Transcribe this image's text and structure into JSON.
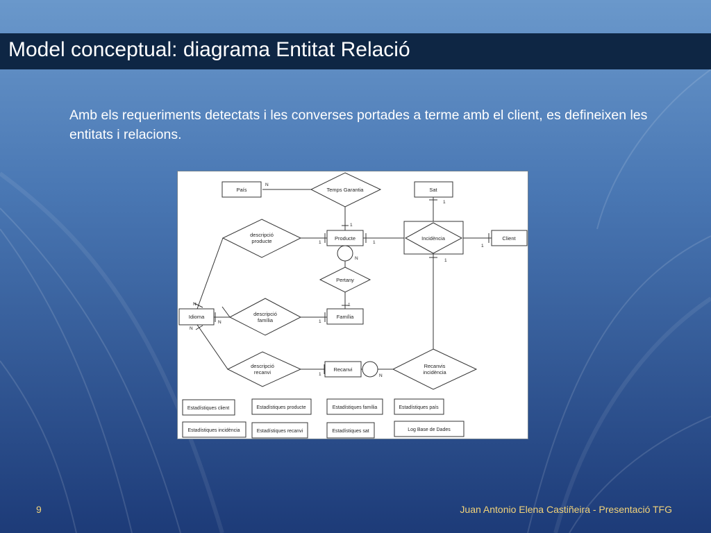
{
  "slide": {
    "title": "Model conceptual: diagrama Entitat Relació",
    "intro": "Amb els requeriments detectats i les converses portades a terme amb el client, es defineixen les entitats i relacions.",
    "page_number": "9",
    "author": "Juan Antonio Elena Castiñeira - Presentació TFG"
  },
  "colors": {
    "background_top": "#5b89bf",
    "background_bottom": "#1e3f7d",
    "title_bar": "#0e2644",
    "footer_text": "#f2d37a"
  },
  "diagram": {
    "entities": {
      "pais": "País",
      "sat": "Sat",
      "producte": "Producte",
      "client": "Client",
      "idioma": "Idioma",
      "familia": "Família",
      "recanvi": "Recanvi"
    },
    "relations": {
      "temps_garantia": "Temps Garantia",
      "descripcio_producte": [
        "descripció",
        "producte"
      ],
      "incidencia": "Incidència",
      "pertany": "Pertany",
      "descripcio_familia": [
        "descripció",
        "família"
      ],
      "descripcio_recanvi": [
        "descripció",
        "recanvi"
      ],
      "recanvis_incidencia": [
        "Recanvis",
        "incidència"
      ]
    },
    "cardinalities": {
      "pais_n": "N",
      "garantia_producte_1": "1",
      "sat_1": "1",
      "producte_left_1": "1",
      "producte_right_1": "1",
      "producte_n": "N",
      "client_1": "1",
      "incidencia_1": "1",
      "pertany_familia_1": "1",
      "idioma_top_n": "N",
      "idioma_right_n": "N",
      "idioma_bottom_n": "N",
      "familia_1": "1",
      "recanvi_1": "1",
      "recanvi_n": "N"
    },
    "stats_boxes": [
      "Estadístiques client",
      "Estadístiques producte",
      "Estadístiques família",
      "Estadístiques país",
      "Estadístiques incidència",
      "Estadístiques recanvi",
      "Estadístiques sat",
      "Log Base de Dades"
    ]
  }
}
